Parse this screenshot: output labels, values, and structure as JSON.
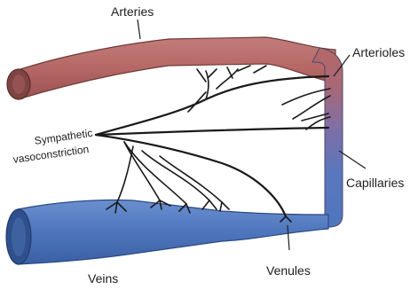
{
  "labels": {
    "arteries": "Arteries",
    "arterioles": "Arterioles",
    "sympathetic": "Sympathetic",
    "vasoconstriction": "vasoconstriction",
    "capillaries": "Capillaries",
    "veins": "Veins",
    "venules": "Venules"
  },
  "colors": {
    "artery": "#b56866",
    "vein": "#4f76bd",
    "nerve": "#1a1a1a"
  }
}
